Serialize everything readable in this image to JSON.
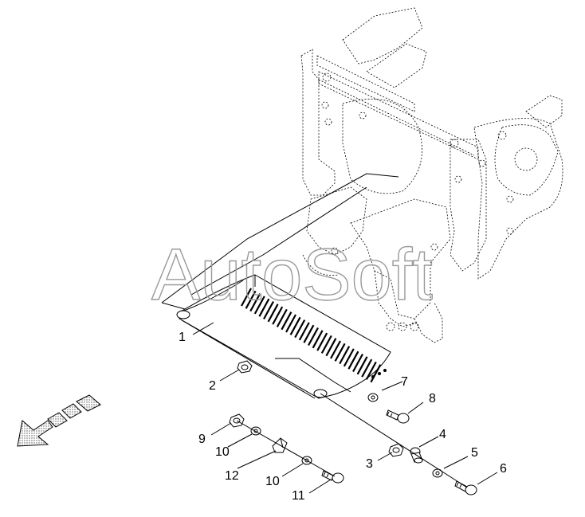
{
  "watermark": "AutoSoft",
  "callouts": {
    "c1": "1",
    "c2": "2",
    "c3": "3",
    "c4": "4",
    "c5": "5",
    "c6": "6",
    "c7": "7",
    "c8": "8",
    "c9": "9",
    "c10a": "10",
    "c10b": "10",
    "c11": "11",
    "c12": "12"
  },
  "colors": {
    "line": "#000000",
    "watermark": "#9a9a9a",
    "arrow_fill": "#bdbdbd"
  },
  "icons": {
    "direction": "forward-arrow-icon"
  }
}
